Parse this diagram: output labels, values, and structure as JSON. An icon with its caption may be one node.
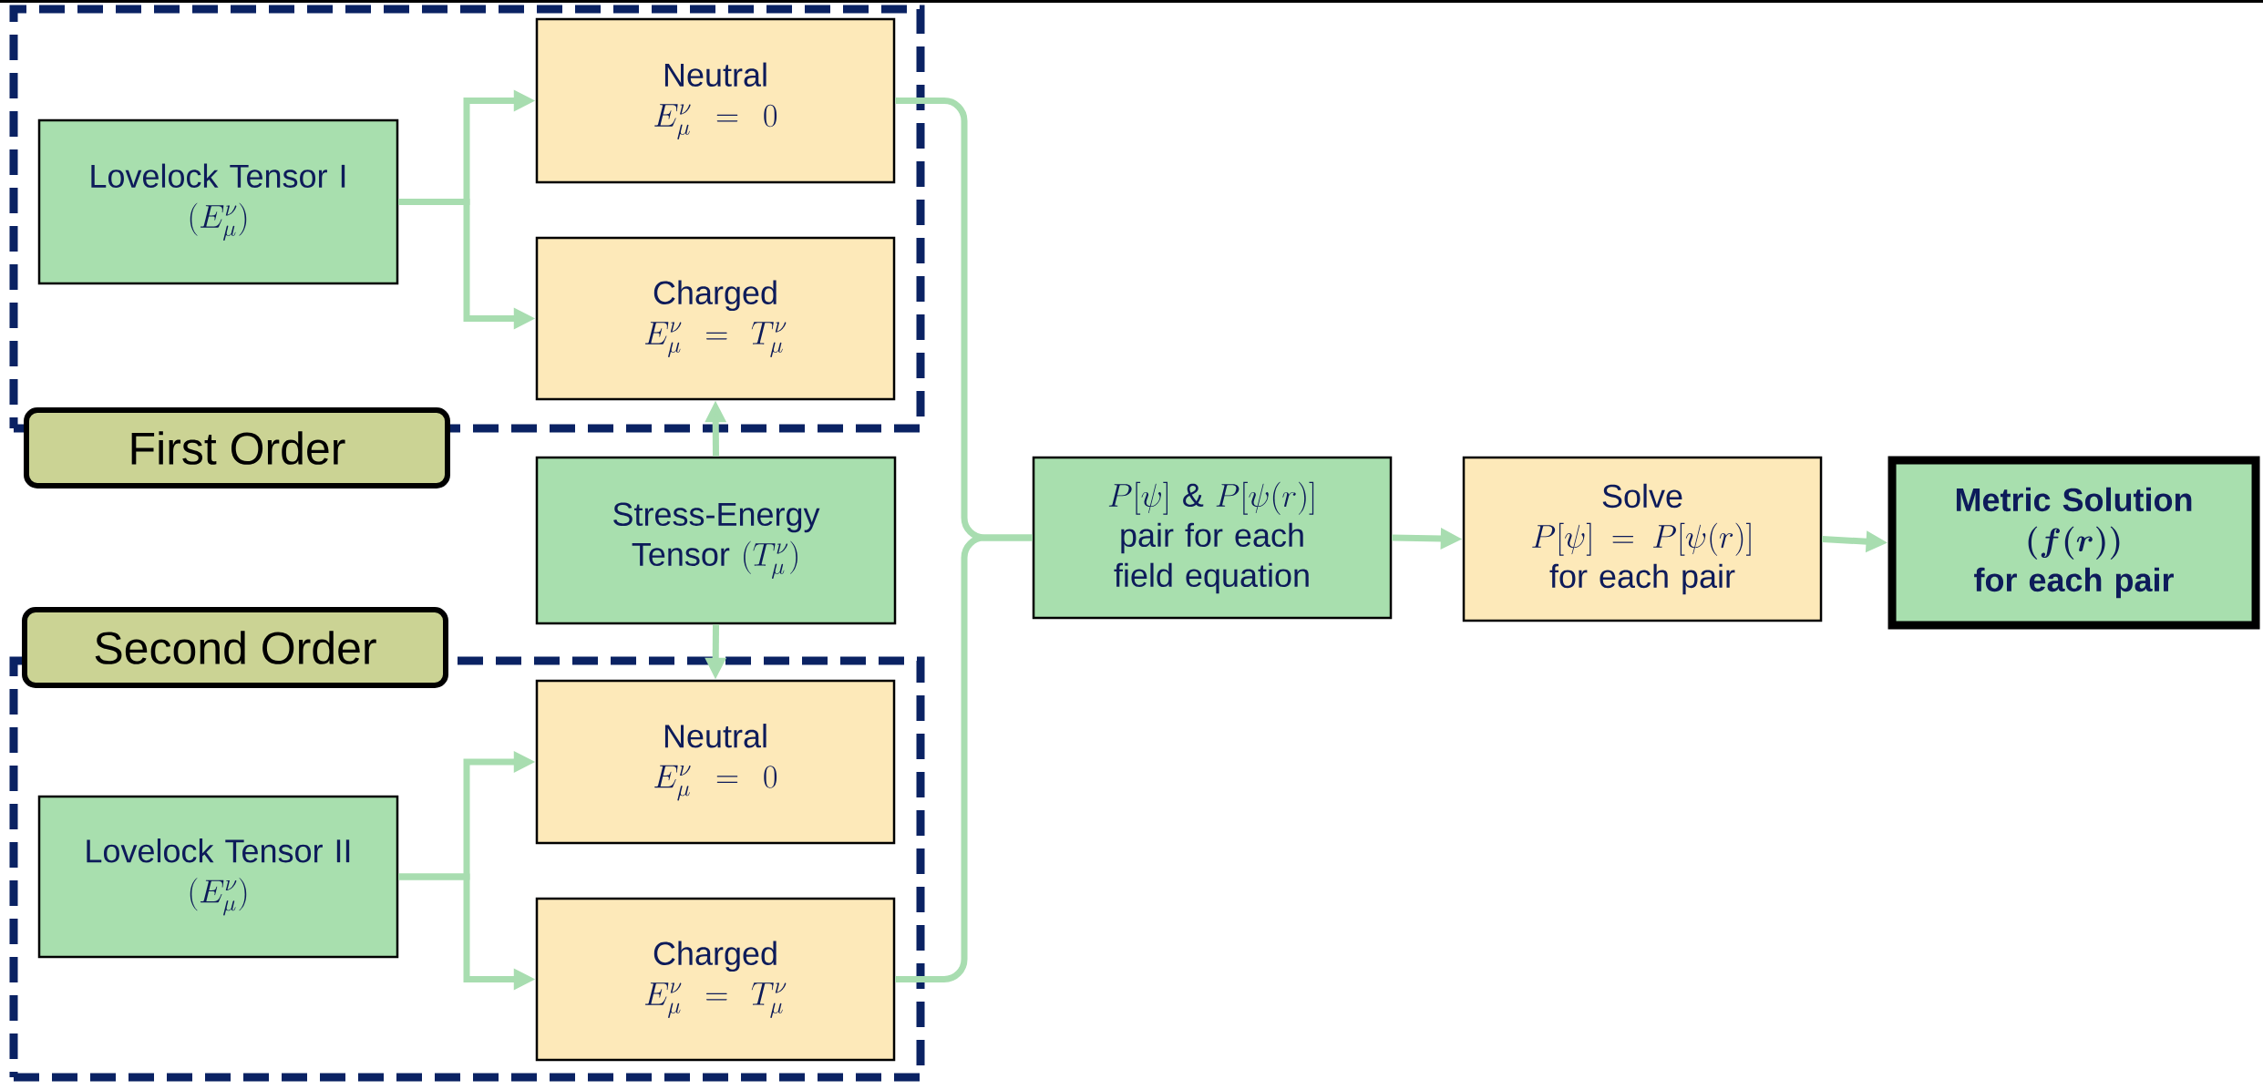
{
  "diagram": {
    "nodes": [
      {
        "text": [
          "First Order"
        ]
      },
      {
        "text": [
          "Lovelock Tensor I",
          "(E_{\\mu}^{\\nu})"
        ],
        "in": 0
      },
      {
        "text": [
          "Neutral",
          "E_{\\mu}^{\\nu} = 0"
        ],
        "in": 0
      },
      {
        "text": [
          "Charged",
          "E_{\\mu}^{\\nu} = T_{\\mu}^{\\nu}"
        ],
        "in": 0
      },
      {
        "text": [
          "Stress-Energy Tensor",
          "(T_{\\mu}^{\\nu})"
        ]
      },
      {
        "text": [
          "Second Order"
        ]
      },
      {
        "text": [
          "Lovelock Tensor II",
          "(E_{\\mu}^{\\nu})"
        ],
        "in": 5
      },
      {
        "text": [
          "Neutral",
          "E_{\\mu}^{\\nu} = 0"
        ],
        "in": 5
      },
      {
        "text": [
          "Charged",
          "E_{\\mu}^{\\nu} = T_{\\mu}^{\\nu}"
        ],
        "in": 5
      },
      {
        "text": [
          "P[\\psi]\\ \\text{\\&}\\ P[\\psi(r)]",
          "pair for each field equation"
        ]
      },
      {
        "text": [
          "Solve",
          "P[\\psi] = P[\\psi(r)]",
          "for each pair"
        ]
      },
      {
        "text": [
          "Metric Solution",
          "\\left(f(r)\\right)",
          "for each pair"
        ]
      }
    ],
    "edges": [
      {
        "from": 1,
        "to": 2,
        "arrow": "to"
      },
      {
        "from": 1,
        "to": 3,
        "arrow": "to"
      },
      {
        "from": 4,
        "to": 3,
        "arrow": "to"
      },
      {
        "from": 4,
        "to": 7,
        "arrow": "to"
      },
      {
        "from": 6,
        "to": 7,
        "arrow": "to"
      },
      {
        "from": 6,
        "to": 8,
        "arrow": "to"
      },
      {
        "from": 2,
        "to": 9,
        "arrow": "none"
      },
      {
        "from": 8,
        "to": 9,
        "arrow": "none"
      },
      {
        "from": 9,
        "to": 10,
        "arrow": "to"
      },
      {
        "from": 10,
        "to": 11,
        "arrow": "to"
      }
    ]
  }
}
